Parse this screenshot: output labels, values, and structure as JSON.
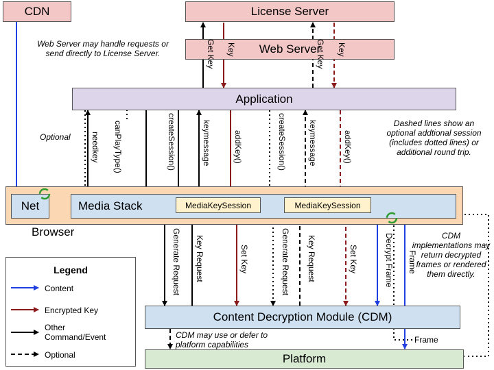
{
  "colors": {
    "content": "#1f3fe0",
    "encrypted_key": "#8b1a1a",
    "command": "#000000",
    "red_box": "#f4c7c7",
    "purple_box": "#ddd5ea",
    "blue_box": "#cfe0f1",
    "browser_box": "#fbd7b4",
    "yellow_box": "#fff2cc",
    "green_box": "#d9ead3"
  },
  "boxes": {
    "cdn": "CDN",
    "license_server": "License Server",
    "web_server": "Web Server",
    "application": "Application",
    "browser": "Browser",
    "net": "Net",
    "media_stack": "Media Stack",
    "media_key_session_1": "MediaKeySession",
    "media_key_session_2": "MediaKeySession",
    "cdm": "Content Decryption Module (CDM)",
    "platform": "Platform"
  },
  "notes": {
    "web_server_note": "Web Server may handle requests or send directly to License Server.",
    "optional": "Optional",
    "dashed_lines_note": "Dashed lines show an optional addtional session (includes dotted lines) or additional round trip.",
    "cdm_impl_note": "CDM implementations may return decrypted frames or rendered them directly.",
    "cdm_platform_note": "CDM may use or defer to platform capabilities"
  },
  "arrow_labels": {
    "get_key_1": "Get Key",
    "key_1": "Key",
    "get_key_2": "Get Key",
    "key_2": "Key",
    "needkey": "needkey",
    "canplaytype": "canPlayType()",
    "createsession_1": "createSession()",
    "keymessage_1": "keymessage",
    "addkey_1": "addKey()",
    "createsession_2": "createSession()",
    "keymessage_2": "keymessage",
    "addkey_2": "addKey()",
    "generate_request_1": "Generate Request",
    "key_request_1": "Key Request",
    "set_key_1": "Set Key",
    "generate_request_2": "Generate Request",
    "key_request_2": "Key Request",
    "set_key_2": "Set Key",
    "decrypt_frame": "Decrypt Frame",
    "frame_up": "Frame",
    "frame_down": "Frame"
  },
  "legend": {
    "title": "Legend",
    "items": [
      {
        "label": "Content",
        "style": "content"
      },
      {
        "label": "Encrypted Key",
        "style": "encrypted_key"
      },
      {
        "label": "Other Command/Event",
        "style": "command"
      },
      {
        "label": "Optional",
        "style": "optional"
      }
    ]
  }
}
